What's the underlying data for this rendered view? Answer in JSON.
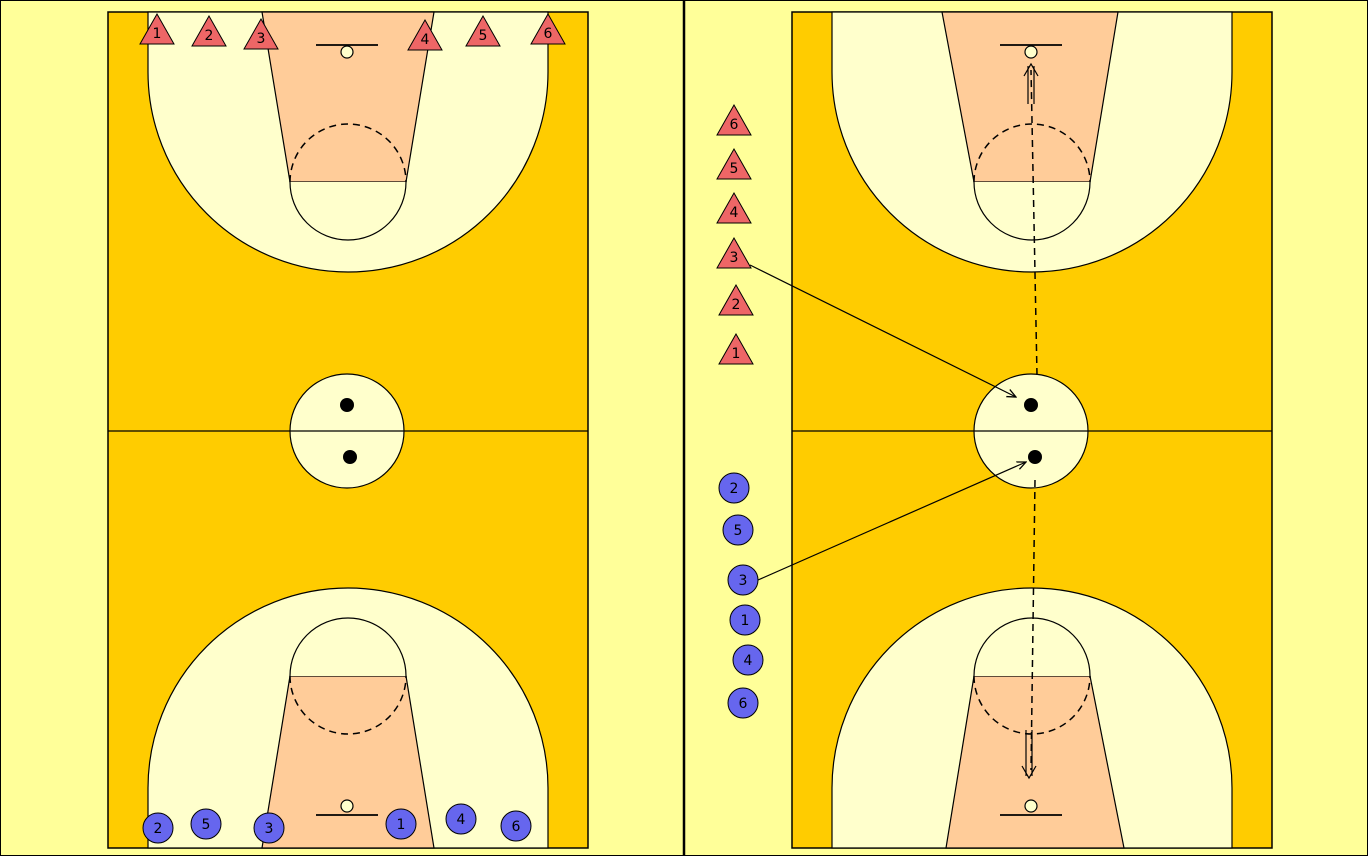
{
  "colors": {
    "background": "#ffff99",
    "court": "#ffcc00",
    "arc_zone": "#ffffcc",
    "lane": "#ffcc99",
    "team_red": "#ee6666",
    "team_blue": "#6666ee",
    "line": "#000000"
  },
  "left_court": {
    "red_players": [
      "1",
      "2",
      "3",
      "4",
      "5",
      "6"
    ],
    "blue_players": [
      "2",
      "5",
      "3",
      "1",
      "4",
      "6"
    ]
  },
  "right_court": {
    "red_players": [
      "6",
      "5",
      "4",
      "3",
      "2",
      "1"
    ],
    "blue_players": [
      "2",
      "5",
      "3",
      "1",
      "4",
      "6"
    ]
  }
}
